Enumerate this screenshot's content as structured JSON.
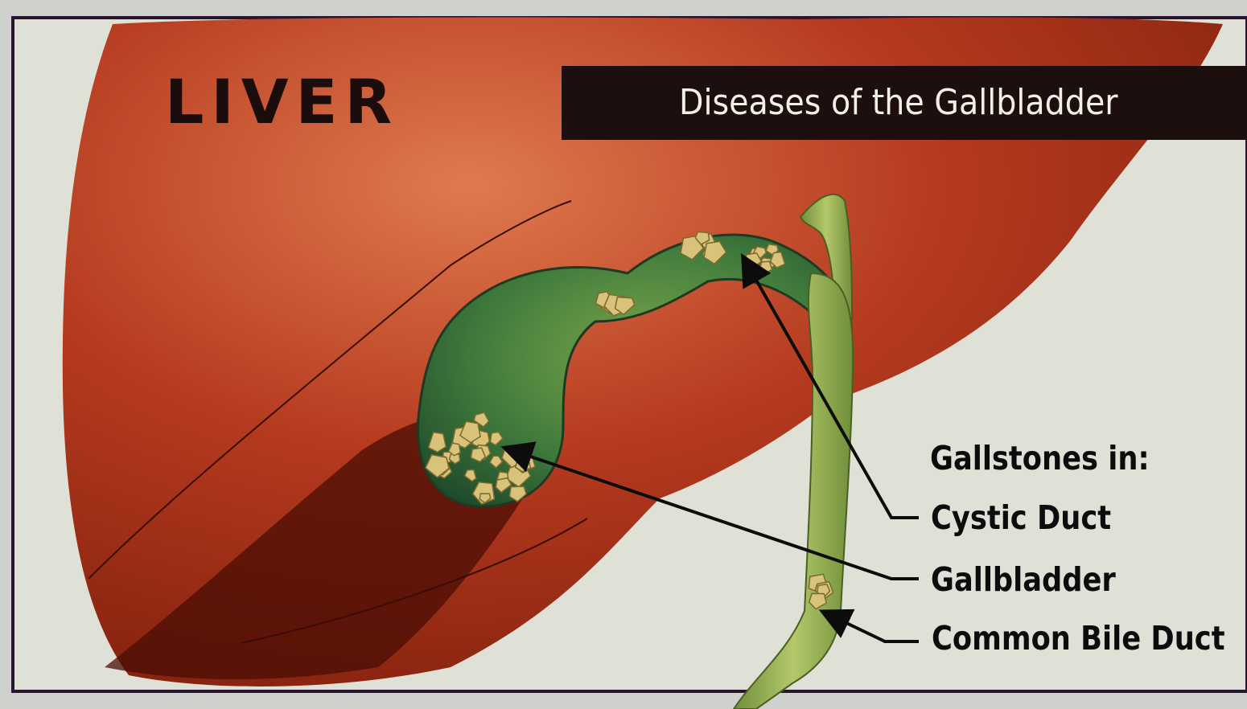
{
  "title": "LIVER",
  "banner": {
    "text": "Diseases of the Gallbladder"
  },
  "legend": {
    "heading": "Gallstones in:",
    "labels": [
      "Cystic Duct",
      "Gallbladder",
      "Common Bile Duct"
    ]
  },
  "colors": {
    "liver": "#b53a1f",
    "liver_dark": "#6e1808",
    "gallbladder": "#3f7a3c",
    "bile_duct": "#8fae4c",
    "stones": "#d9c27a",
    "background": "#dfe1d6",
    "banner_bg": "#1c0f0e",
    "banner_text": "#f2efe9",
    "title_text": "#1a0d0b",
    "label_text": "#0c0c0c"
  }
}
